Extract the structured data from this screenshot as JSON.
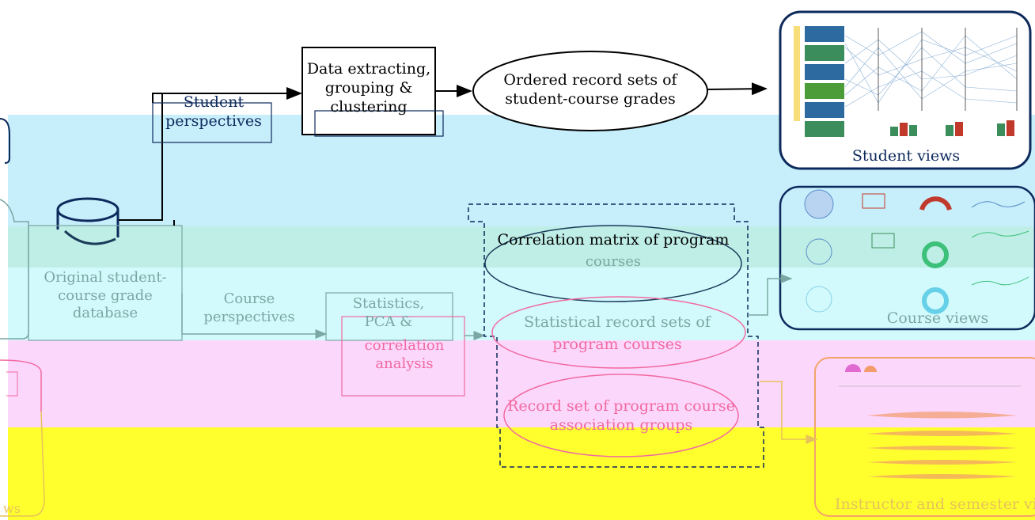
{
  "diagram": {
    "bands": {
      "blue": "#c7eefb",
      "cyan": "#d2fafc",
      "pink": "#fcd7fc",
      "yellow": "#ffff2e"
    },
    "colors": {
      "ink": "#000000",
      "blue_ink": "#0d2a5c",
      "teal_ink": "#7aa7a4",
      "pink_ink": "#f06aa0",
      "yellow_ink": "#e7c25a"
    },
    "left_fragments": {
      "top": "",
      "bottom": "ws"
    },
    "nodes": {
      "database": "Original student-\ncourse grade\ndatabase",
      "student_perspectives": "Student\nperspectives",
      "course_perspectives": "Course\nperspectives",
      "data_extracting": "Data extracting,\ngrouping &\nclustering",
      "statistics_pca": "Statistics,\nPCA &",
      "correlation_analysis": "correlation\nanalysis",
      "ordered_record_sets": "Ordered record sets of\nstudent-course grades",
      "correlation_matrix_1": "Correlation matrix of program",
      "correlation_matrix_2": "courses",
      "statistical_record_sets_1": "Statistical record sets of",
      "statistical_record_sets_2": "program courses",
      "association_groups": "Record set of program course\nassociation groups",
      "student_views": "Student views",
      "course_views": "Course views",
      "instructor_views": "Instructor and semester vi"
    },
    "thumbnails": {
      "student": "student views screenshot (heatmap matrix + parallel coordinates)",
      "course": "course views screenshot (radial charts, bar plots, line plots)",
      "instructor": "instructor views screenshot (glyph timeline + distribution curves)"
    }
  }
}
